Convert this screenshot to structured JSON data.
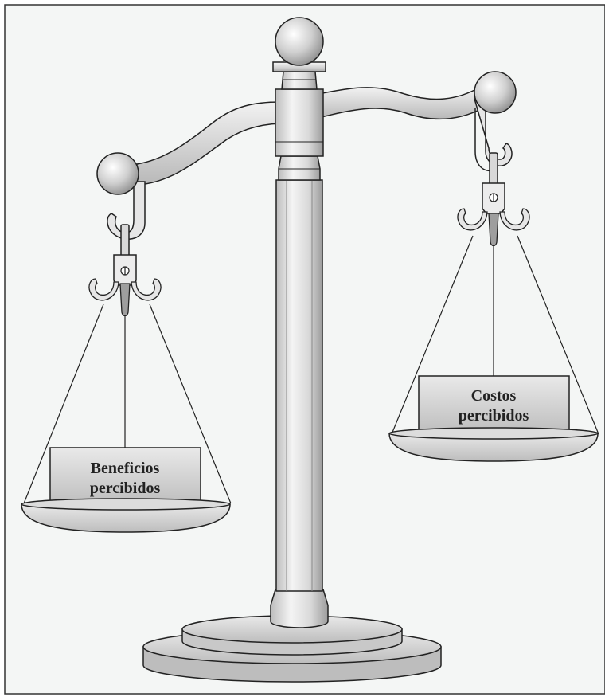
{
  "left_pan": {
    "label_line1": "Beneficios",
    "label_line2": "percibidos"
  },
  "right_pan": {
    "label_line1": "Costos",
    "label_line2": "percibidos"
  },
  "colors": {
    "background": "#f4f6f5",
    "metal_light": "#f2f2f2",
    "metal_mid": "#d6d6d6",
    "metal_dark": "#9a9a9a",
    "stroke": "#222222"
  }
}
